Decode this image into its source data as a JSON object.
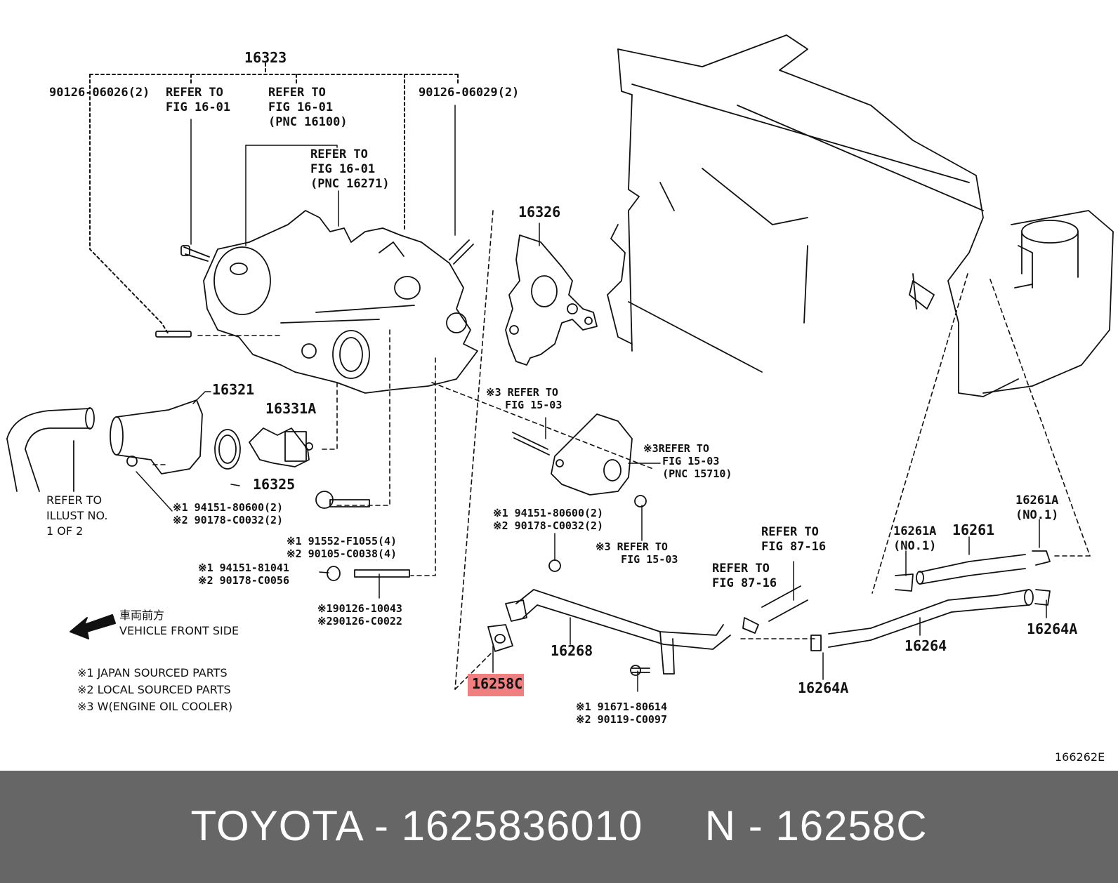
{
  "diagram": {
    "figure_code": "166262E",
    "highlighted_part": "16258C",
    "labels": {
      "p16323": "16323",
      "p90126_06026": "90126-06026(2)",
      "refer_fig16_01_a": "REFER TO\nFIG 16-01",
      "refer_fig16_01_b": "REFER TO\nFIG 16-01\n(PNC 16100)",
      "p90126_06029": "90126-06029(2)",
      "refer_fig16_01_c": "REFER TO\nFIG 16-01\n(PNC 16271)",
      "p16326": "16326",
      "p16321": "16321",
      "p16331A": "16331A",
      "p16325": "16325",
      "refer_illust": "REFER TO\nILLUST NO.\n1 OF 2",
      "bolt_94151_80600_a": "※1 94151-80600(2)\n※2 90178-C0032(2)",
      "bolt_91552": "※1 91552-F1055(4)\n※2 90105-C0038(4)",
      "bolt_94151_81041": "※1 94151-81041\n※2 90178-C0056",
      "stud_90126_10043": "※190126-10043\n※290126-C0022",
      "refer_fig15_03_a": "※3 REFER TO\n   FIG 15-03",
      "refer_fig15_03_b": "※3REFER TO\n   FIG 15-03\n   (PNC 15710)",
      "bolt_94151_80600_b": "※1 94151-80600(2)\n※2 90178-C0032(2)",
      "refer_fig15_03_c": "※3 REFER TO\n    FIG 15-03",
      "refer_fig87_16_a": "REFER TO\nFIG 87-16",
      "refer_fig87_16_b": "REFER TO\nFIG 87-16",
      "p16261A_no1_a": "16261A\n(NO.1)",
      "p16261": "16261",
      "p16261A_no1_b": "16261A\n(NO.1)",
      "p16268": "16268",
      "p16258C": "16258C",
      "p16264A_a": "16264A",
      "p16264": "16264",
      "p16264A_b": "16264A",
      "bolt_91671": "※1 91671-80614\n※2 90119-C0097"
    },
    "direction": {
      "jp": "車両前方",
      "en": "VEHICLE FRONT SIDE"
    },
    "legend": [
      "※1 JAPAN SOURCED PARTS",
      "※2 LOCAL SOURCED PARTS",
      "※3 W(ENGINE OIL COOLER)"
    ]
  },
  "footer": {
    "brand": "TOYOTA",
    "part_number": "1625836010",
    "ref_prefix": "N",
    "ref_code": "16258C"
  }
}
